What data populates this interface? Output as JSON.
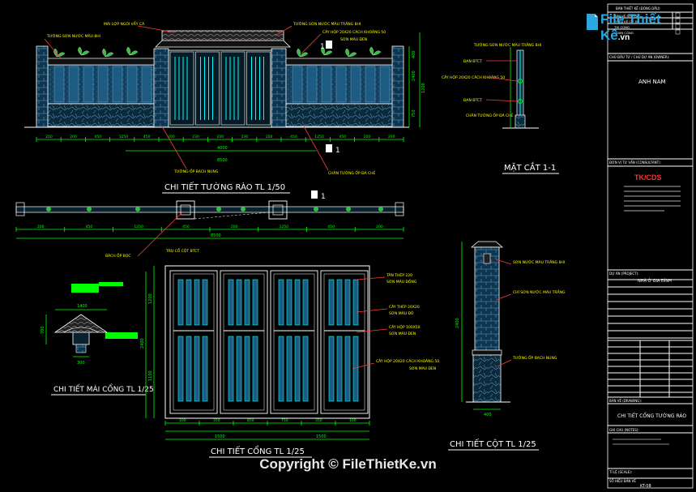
{
  "drawing": {
    "fence_title": "CHI TIẾT TƯỜNG RÀO TL 1/50",
    "section_title": "MẶT CẮT 1-1",
    "roof_title": "CHI TIẾT MÁI CỔNG TL 1/25",
    "gate_title": "CHI TIẾT CỔNG TL 1/25",
    "column_title": "CHI TIẾT CỘT TL 1/25",
    "section_mark": "1",
    "labels": {
      "roof_tile": "MÁI LỢP NGÓI VẨY CÁ",
      "paint_wall_left": "TƯỜNG SƠN NƯỚC MÀU 8HI",
      "paint_wall_right": "TƯỜNG SƠN NƯỚC MÀU TRẮNG 8HI",
      "box_steel": "CÂY HỘP 20X20 CÁCH KHOẢNG 50",
      "paint_black": "SƠN MÀU ĐEN",
      "stone_face": "TƯỜNG ỐP BẠCH NUNG",
      "stone_foot": "CHÂN TƯỜNG ỐP ĐÁ CHẺ",
      "sec_wall": "TƯỜNG SƠN NƯỚC MÀU TRẮNG 8HI",
      "sec_beam1": "ĐAN BTCT",
      "sec_box": "CÂY HỘP 20X20 CÁCH KHOẢNG 50",
      "sec_beam2": "ĐAN BTCT",
      "sec_foot": "CHÂN TƯỜNG ỐP ĐÁ CHẺ",
      "plan_note1": "BÁCH ỐP BỌC",
      "plan_note2": "TRỤ CỔ CỘT BTCT",
      "gate_n1": "TÂN THÉP 220",
      "gate_n1b": "SƠN MÀU ĐỒNG",
      "gate_n2": "CÂY THÉP 20X20",
      "gate_n2b": "SƠN MÀU ĐỎ",
      "gate_n3": "CÂY HỘP 100X50",
      "gate_n3b": "SƠN MÀU ĐEN",
      "gate_n4": "CÂY HỘP 20X20 CÁCH KHOẢNG 50",
      "gate_n4b": "SƠN MÀU ĐEN",
      "col_n1": "SƠN NƯỚC MÀU TRẮNG 8HI",
      "col_n2": "CHÍ SƠN NƯỚC MÀU TRẮNG",
      "col_n3": "TƯỜNG ỐP BẠCH NUNG"
    },
    "dims": {
      "fence_bottom": [
        "200",
        "200",
        "450",
        "1250",
        "450",
        "200",
        "230",
        "200",
        "230",
        "200",
        "450",
        "1250",
        "450",
        "200",
        "200"
      ],
      "fence_total1": "4000",
      "fence_total2": "8500",
      "fence_heights": [
        "2400",
        "1200",
        "750",
        "400"
      ],
      "plan_bottom": [
        "200",
        "450",
        "1250",
        "450",
        "200",
        "1250",
        "450",
        "200"
      ],
      "plan_total": "8500",
      "roof_w": "1400",
      "roof_h": "700",
      "roof_base": "300",
      "gate_bottom": [
        "100",
        "350",
        "850",
        "750",
        "350",
        "100"
      ],
      "gate_total": "1500",
      "gate_total2": "1500",
      "gate_heights": [
        "2400",
        "1200",
        "1100"
      ],
      "col_h": "2400",
      "col_w": "400"
    }
  },
  "title_block": {
    "stamp": "BẢN THIẾT KẾ (ĐÓNG DẤU)",
    "rows": [
      "BẢN VẼ SƠ PHÁC",
      "THIẾT KẾ CƠ SỞ",
      "THI CÔNG",
      "HOÀN CÔNG"
    ],
    "owner_label": "CHỦ ĐẦU TƯ / CHỦ DỰ ÁN (OWNER):",
    "owner": "ANH NAM",
    "consultant_label": "ĐƠN VỊ TƯ VẤN (CONSULTANT):",
    "consultant_logo": "TK/CDS",
    "project_label": "DỰ ÁN (PROJECT):",
    "project": "NHÀ Ở GIA ĐÌNH",
    "drawing_label": "BẢN VẼ (DRAWING):",
    "drawing_name": "CHI TIẾT CỔNG TƯỜNG RÀO",
    "notes_label": "GHI CHÚ (NOTES):",
    "scale_label": "TỈ LỆ (SCALE):",
    "sheet_label": "SỐ HIỆU BẢN VẼ",
    "sheet_no": "KT-08"
  },
  "brand": {
    "logo_text": "File Thiết Kế",
    "logo_suffix": ".vn",
    "copyright": "Copyright © FileThietKe.vn"
  },
  "colors": {
    "background": "#000000",
    "line": "#ffffff",
    "steel": "#00ffff",
    "dimension": "#00ff00",
    "annotation": "#ffff00",
    "brand": "#29a8e0"
  }
}
